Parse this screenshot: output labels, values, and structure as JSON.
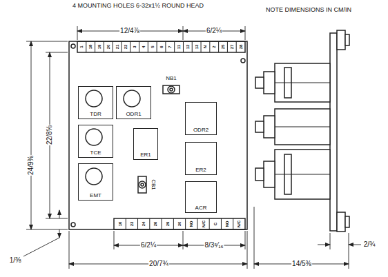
{
  "diagram": {
    "nodes": [
      {
        "text": [
          "TDR"
        ]
      },
      {
        "text": [
          "ODR1"
        ]
      },
      {
        "text": [
          "ODR2"
        ]
      },
      {
        "text": [
          "TCE"
        ]
      },
      {
        "text": [
          "ER1"
        ]
      },
      {
        "text": [
          "ER2"
        ]
      },
      {
        "text": [
          "EMT"
        ]
      },
      {
        "text": [
          "ACR"
        ]
      }
    ],
    "labels": [
      "4 MOUNTING HOLES 6-32x1½ ROUND HEAD",
      "NOTE DIMENSIONS IN CM/IN",
      "12/4⅞",
      "6/2¼",
      "22/8⅝",
      "24/9⅜",
      "NB1",
      "CB1",
      "6/2¼",
      "8/3⁵⁄₁₆",
      "1/⅜",
      "20/7¾",
      "2/¾",
      "14/5⅜",
      "1",
      "18",
      "19",
      "20",
      "21",
      "22",
      "3",
      "4",
      "5",
      "6",
      "7",
      "11",
      "12",
      "13",
      "N",
      "2",
      "25",
      "27",
      "28",
      "16",
      "23",
      "24",
      "26",
      "29",
      "30",
      "NO",
      "N/C",
      "C",
      "NO",
      "N/C"
    ]
  }
}
